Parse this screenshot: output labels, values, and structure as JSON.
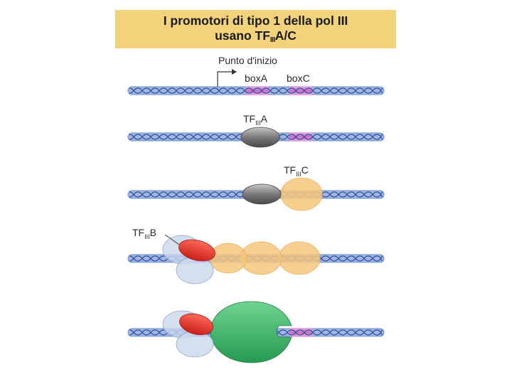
{
  "title": {
    "line1": "I promotori di tipo 1 della pol III",
    "line2_prefix": "usano TF",
    "line2_sub": "III",
    "line2_suffix": "A/C"
  },
  "labels": {
    "start_point": "Punto d'inizio",
    "box_a": "boxA",
    "box_c": "boxC",
    "tfiiia": {
      "prefix": "TF",
      "sub": "III",
      "suffix": "A"
    },
    "tfiiic": {
      "prefix": "TF",
      "sub": "III",
      "suffix": "C"
    },
    "tfiiib": {
      "prefix": "TF",
      "sub": "III",
      "suffix": "B"
    }
  },
  "colors": {
    "title_bg": "#f2d27a",
    "dna": "#7f9fd6",
    "box_region": "#e07ac8",
    "tfiiia": "#808080",
    "tfiiic": "#f5c77e",
    "tfiiib": "#e8302c",
    "tbp": "#c9d8ec",
    "pol_iii": "#3db36b"
  }
}
